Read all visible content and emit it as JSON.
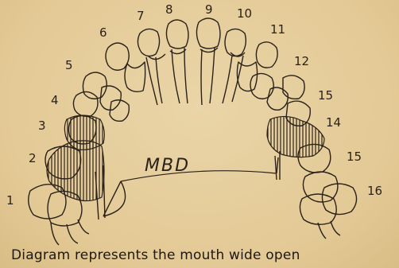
{
  "tooth_numbers": {
    "n1": "1",
    "n2": "2",
    "n3": "3",
    "n4": "4",
    "n5": "5",
    "n6": "6",
    "n7": "7",
    "n8": "8",
    "n9": "9",
    "n10": "10",
    "n11": "11",
    "n12": "12",
    "n13": "15",
    "n14": "14",
    "n15": "15",
    "n16": "16"
  },
  "annotation": "MBD",
  "caption": "Diagram represents the mouth wide open"
}
